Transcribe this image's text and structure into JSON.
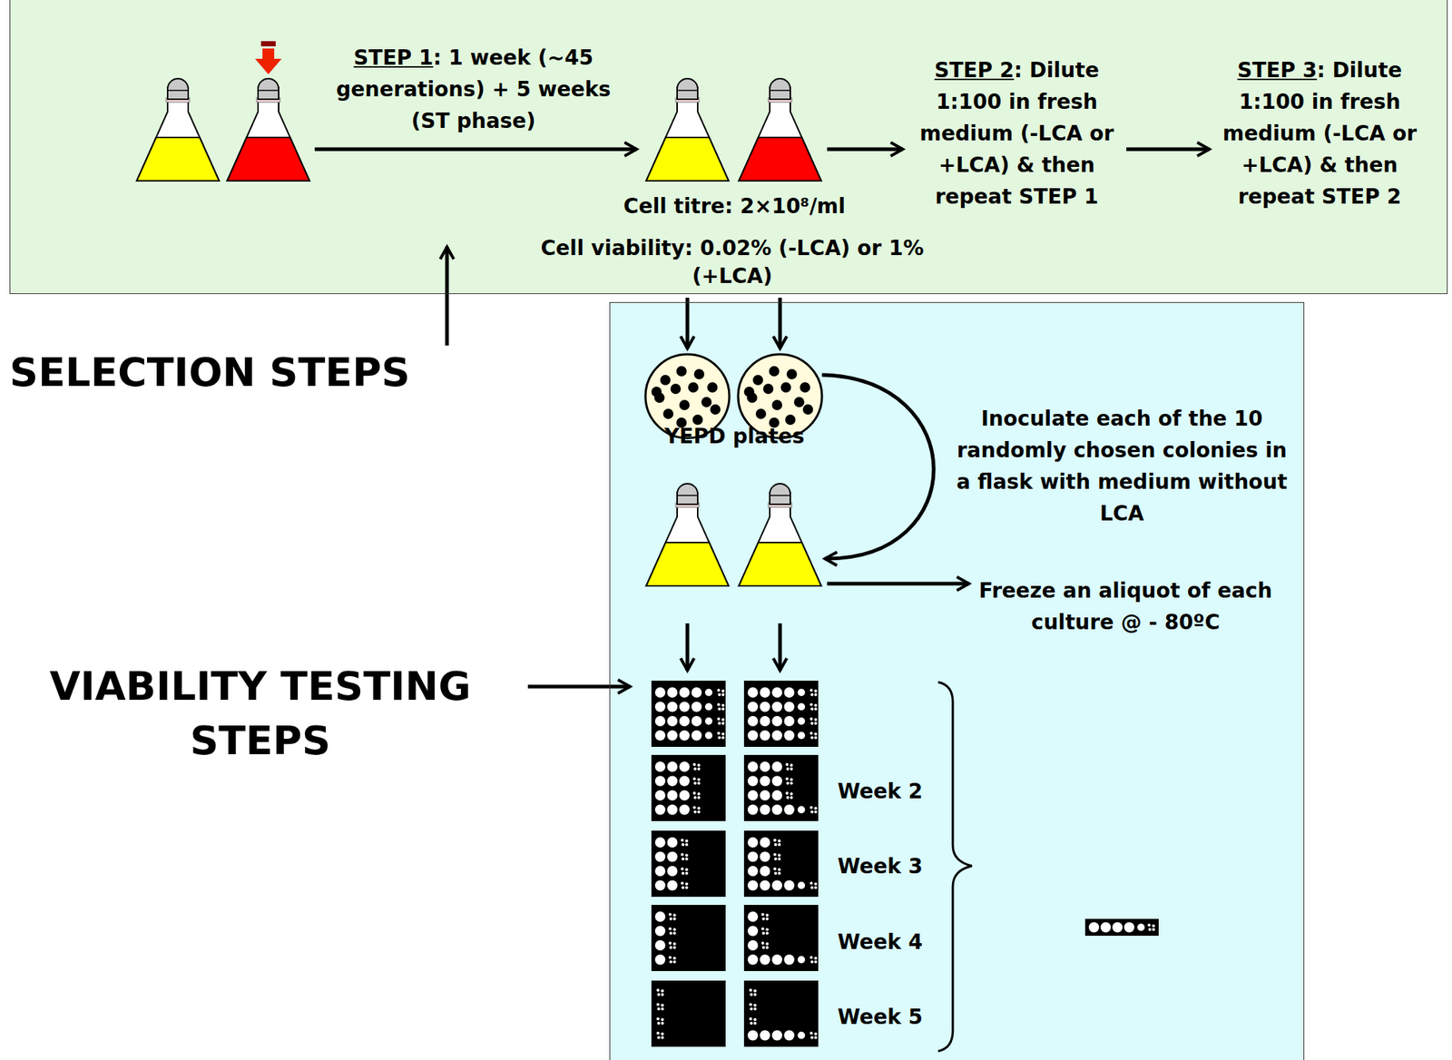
{
  "diagram": {
    "nodes": [
      {
        "text": [
          "STEP 1: 1 week (~45 generations) + 5 weeks (ST phase)",
          "STEP 2: Dilute 1:100 in fresh medium (-LCA or +LCA) & then repeat STEP 1",
          "STEP 3: Dilute 1:100 in fresh medium (-LCA or +LCA) & then repeat STEP 2",
          "Cell titre: 2×10⁸/ml",
          "Cell viability: 0.02% (-LCA) or 1% (+LCA)"
        ]
      },
      {
        "text": [
          "YEPD plates",
          "Inoculate each of the 10 randomly chosen colonies in a flask with medium without LCA",
          "Freeze an aliquot of each culture @ - 80ºC",
          "Week 2",
          "Week 3",
          "Week 4",
          "Week 5"
        ]
      }
    ],
    "labels": [
      "SELECTION STEPS",
      "VIABILITY TESTING STEPS"
    ]
  }
}
